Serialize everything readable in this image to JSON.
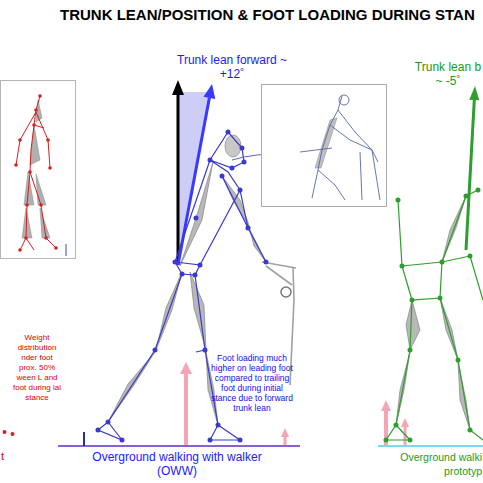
{
  "diagram": {
    "title": "TRUNK LEAN/POSITION & FOOT LOADING DURING STAN",
    "labels": [
      "Trunk lean forward ~ +12˚",
      "Trunk lean b ~ -5˚",
      "Weight distribution nder foot prox. 50% ween L and foot during ial stance",
      "t",
      "Foot loading much higher on leading foot compared to trailing foot during initial stance due to forward trunk lean",
      "Overground walking with walker (OWW)",
      "Overground walki prototyp"
    ]
  }
}
